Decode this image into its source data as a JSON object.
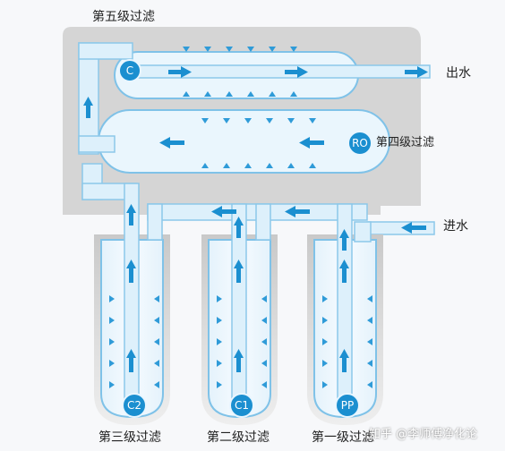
{
  "stages": {
    "stage5": "第五级过滤",
    "stage4": "第四级过滤",
    "stage3": "第三级过滤",
    "stage2": "第二级过滤",
    "stage1": "第一级过滤"
  },
  "io": {
    "outlet": "出水",
    "inlet": "进水"
  },
  "cartridges": {
    "c": "C",
    "ro": "RO",
    "c2": "C2",
    "c1": "C1",
    "pp": "PP"
  },
  "watermark": "知乎 @李师傅净化论",
  "colors": {
    "flow": "#1b8fd0",
    "pipe": "#d9eefb",
    "housing": "#d8d8d8"
  }
}
